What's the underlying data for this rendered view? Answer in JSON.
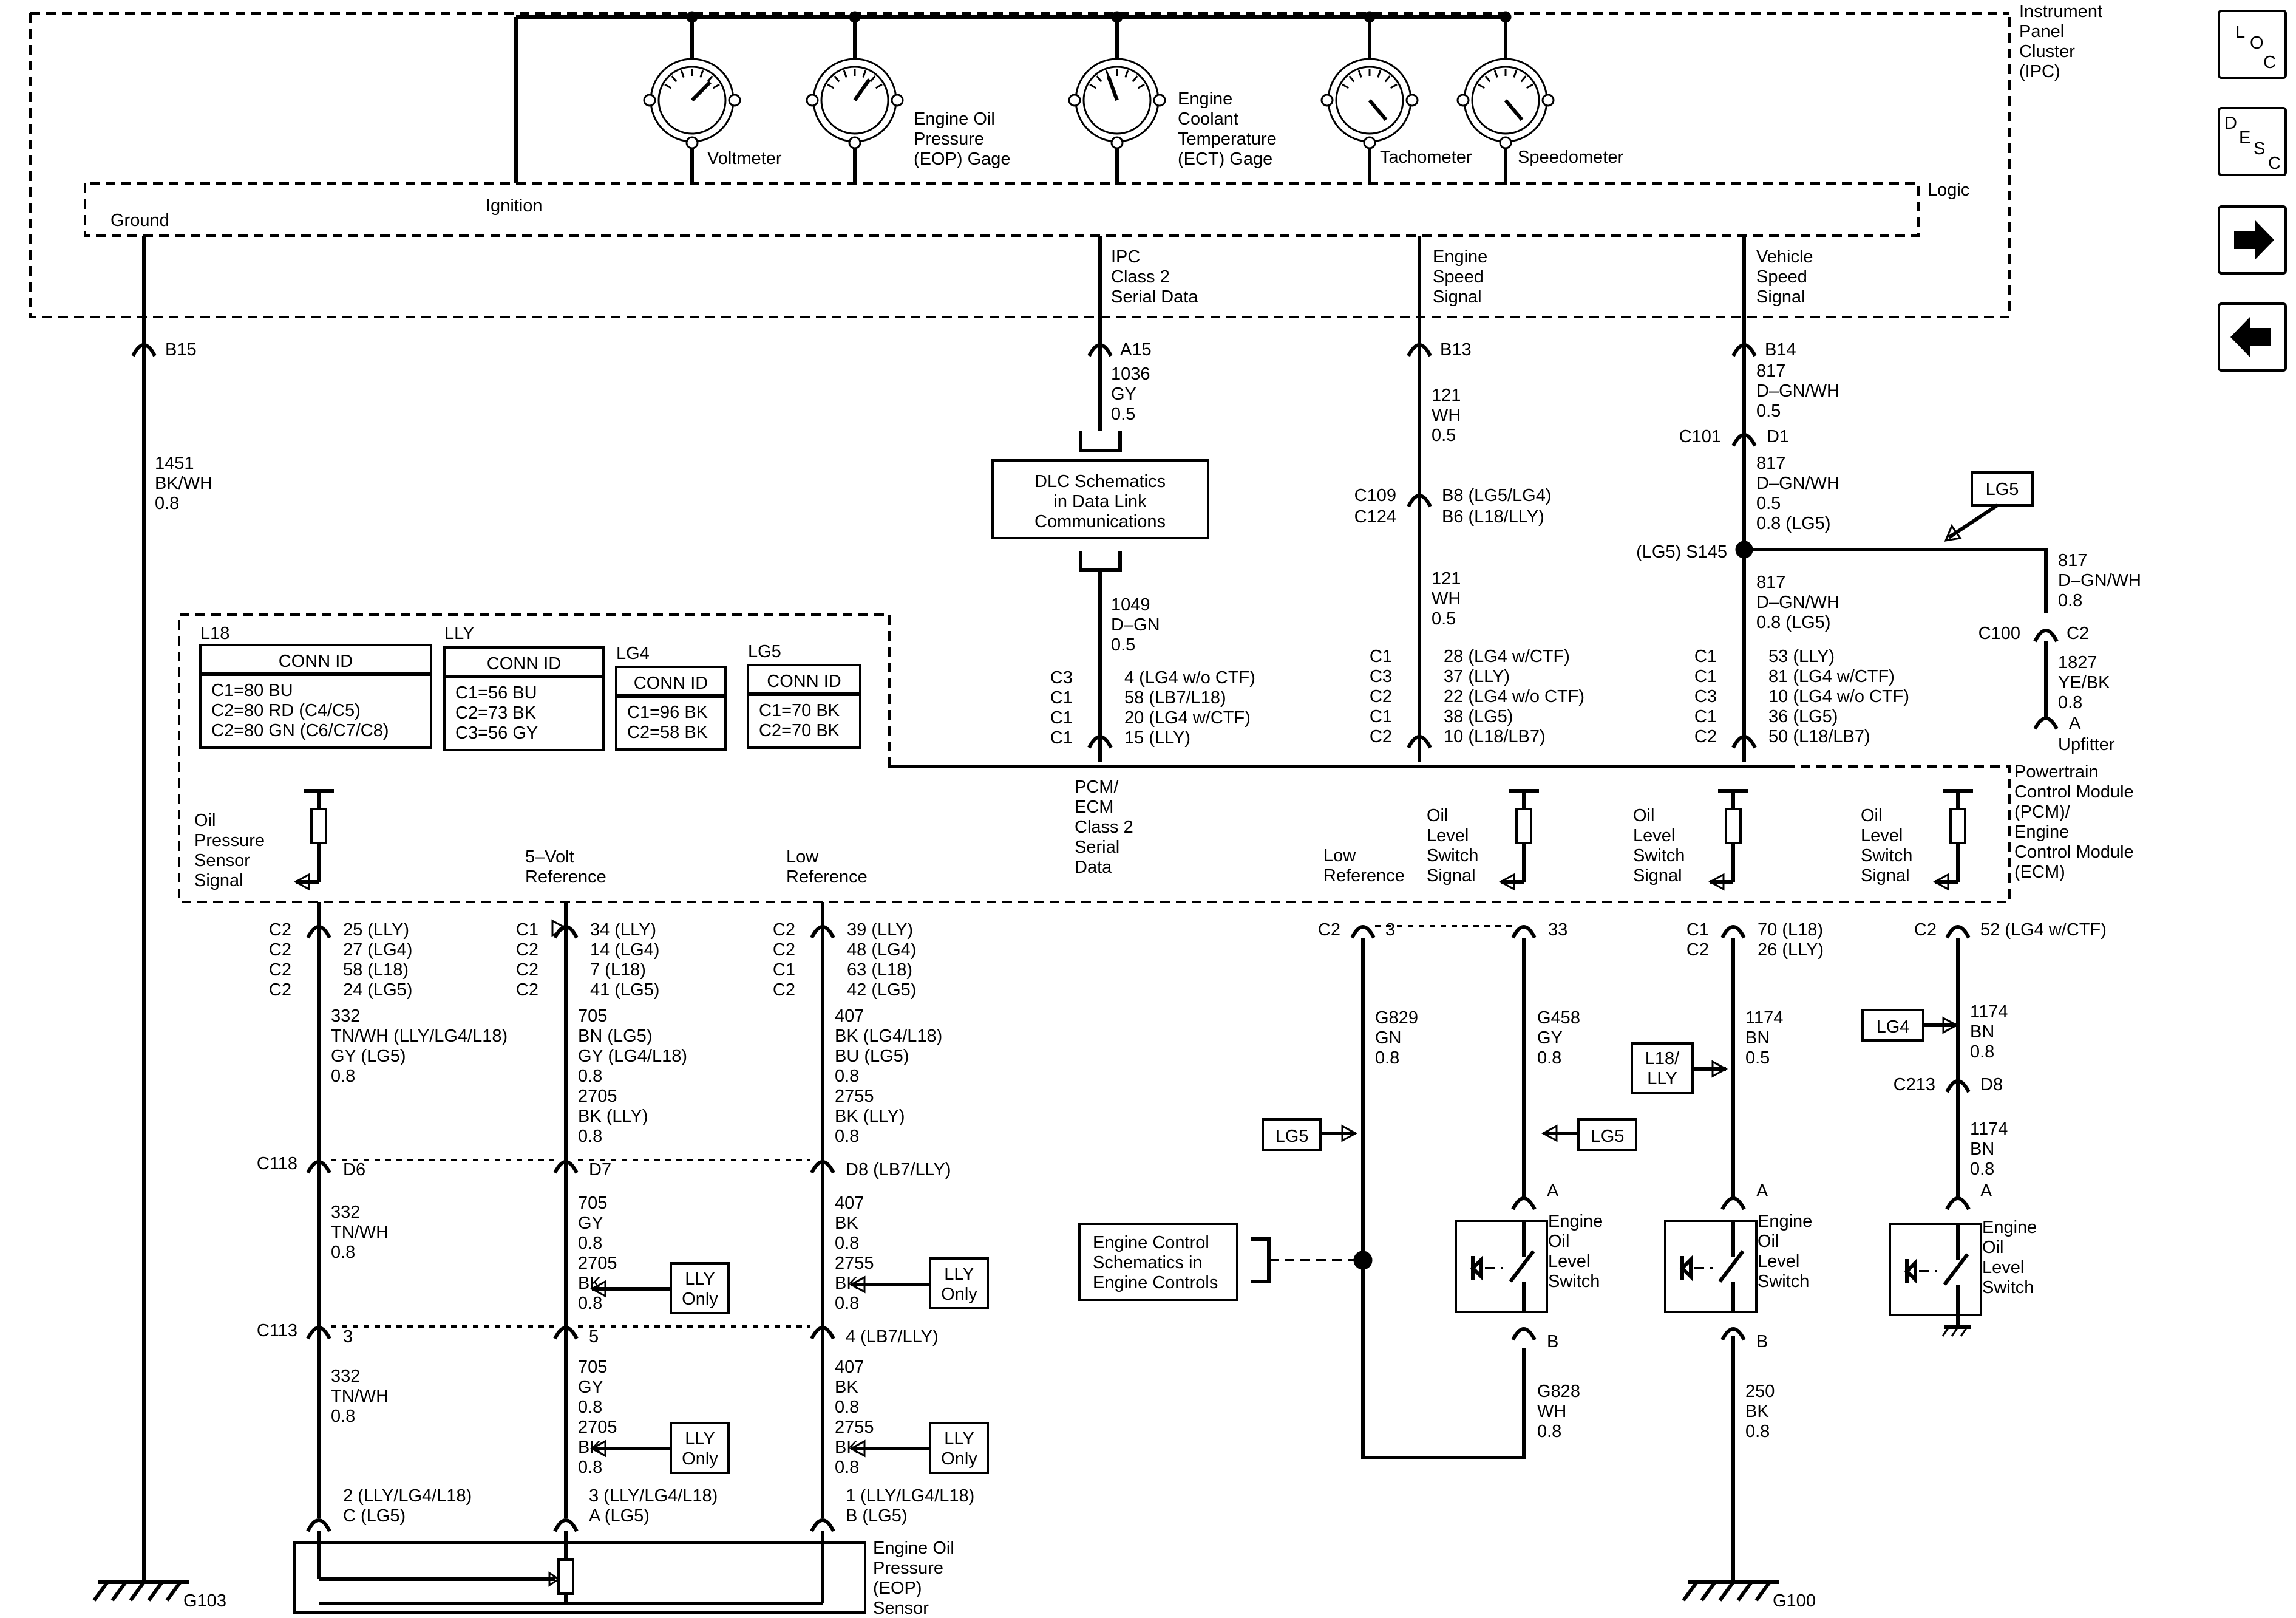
{
  "nav": {
    "loc": {
      "l1": "L",
      "l2": "O",
      "l3": "C"
    },
    "desc": {
      "l1": "D",
      "l2": "E",
      "l3": "S",
      "l4": "C"
    },
    "next_icon": "right-arrow-icon",
    "prev_icon": "left-arrow-icon"
  },
  "ipc": {
    "title": [
      "Instrument",
      "Panel",
      "Cluster",
      "(IPC)"
    ],
    "logic": "Logic",
    "ground": "Ground",
    "ignition": "Ignition",
    "gauges": {
      "voltmeter": [
        "Voltmeter"
      ],
      "eop": [
        "Engine Oil",
        "Pressure",
        "(EOP) Gage"
      ],
      "ect": [
        "Engine",
        "Coolant",
        "Temperature",
        "(ECT) Gage"
      ],
      "tach": [
        "Tachometer"
      ],
      "speedo": [
        "Speedometer"
      ]
    },
    "signals": {
      "class2": [
        "IPC",
        "Class 2",
        "Serial Data"
      ],
      "eng_speed": [
        "Engine",
        "Speed",
        "Signal"
      ],
      "veh_speed": [
        "Vehicle",
        "Speed",
        "Signal"
      ]
    }
  },
  "pins": {
    "b15": "B15",
    "a15": "A15",
    "b13": "B13",
    "b14": "B14",
    "d1": "D1",
    "c101": "C101",
    "c109": "C109",
    "c124": "C124",
    "c109_pin": "B8 (LG5/LG4)",
    "c124_pin": "B6 (L18/LLY)",
    "s145": "(LG5) S145",
    "c100": "C100",
    "c2": "C2",
    "upfitter_pin": "A",
    "upfitter": "Upfitter"
  },
  "wires": {
    "w1451": [
      "1451",
      "BK/WH",
      "0.8"
    ],
    "w1036": [
      "1036",
      "GY",
      "0.5"
    ],
    "w1049": [
      "1049",
      "D–GN",
      "0.5"
    ],
    "w121a": [
      "121",
      "WH",
      "0.5"
    ],
    "w121b": [
      "121",
      "WH",
      "0.5"
    ],
    "w817a": [
      "817",
      "D–GN/WH",
      "0.5"
    ],
    "w817b": [
      "817",
      "D–GN/WH",
      "0.5",
      "0.8 (LG5)"
    ],
    "w817c": [
      "817",
      "D–GN/WH",
      "0.8 (LG5)"
    ],
    "w817d": [
      "817",
      "D–GN/WH",
      "0.8"
    ],
    "w1827": [
      "1827",
      "YE/BK",
      "0.8"
    ]
  },
  "dlc": [
    "DLC Schematics",
    "in Data Link",
    "Communications"
  ],
  "lg5_tag": "LG5",
  "conn_tables": [
    {
      "label": "L18",
      "header": "CONN ID",
      "rows": [
        "C1=80 BU",
        "C2=80 RD (C4/C5)",
        "C2=80 GN (C6/C7/C8)"
      ]
    },
    {
      "label": "LLY",
      "header": "CONN ID",
      "rows": [
        "C1=56 BU",
        "C2=73 BK",
        "C3=56 GY"
      ]
    },
    {
      "label": "LG4",
      "header": "CONN ID",
      "rows": [
        "C1=96 BK",
        "C2=58 BK"
      ]
    },
    {
      "label": "LG5",
      "header": "CONN ID",
      "rows": [
        "C1=70 BK",
        "C2=70 BK"
      ]
    }
  ],
  "pcm_pins": {
    "class2": {
      "c": [
        "C3",
        "C1",
        "C1",
        "C1"
      ],
      "p": [
        "4 (LG4 w/o CTF)",
        "58 (LB7/L18)",
        "20 (LG4 w/CTF)",
        "15 (LLY)"
      ]
    },
    "speed": {
      "c": [
        "C1",
        "C3",
        "C2",
        "C1",
        "C2"
      ],
      "p": [
        "28 (LG4 w/CTF)",
        "37 (LLY)",
        "22 (LG4 w/o CTF)",
        "38 (LG5)",
        "10 (L18/LB7)"
      ]
    },
    "vss": {
      "c": [
        "C1",
        "C1",
        "C3",
        "C1",
        "C2"
      ],
      "p": [
        "53 (LLY)",
        "81 (LG4 w/CTF)",
        "10 (LG4 w/o CTF)",
        "36 (LG5)",
        "50 (L18/LB7)"
      ]
    }
  },
  "pcm": {
    "title": [
      "Powertrain",
      "Control Module",
      "(PCM)/",
      "Engine",
      "Control Module",
      "(ECM)"
    ],
    "class2_label": [
      "PCM/",
      "ECM",
      "Class 2",
      "Serial",
      "Data"
    ],
    "oil_press_sig": [
      "Oil",
      "Pressure",
      "Sensor",
      "Signal"
    ],
    "five_v_ref": [
      "5–Volt",
      "Reference"
    ],
    "low_ref_a": [
      "Low",
      "Reference"
    ],
    "low_ref_b": [
      "Low",
      "Reference"
    ],
    "oil_lvl_1": [
      "Oil",
      "Level",
      "Switch",
      "Signal"
    ],
    "oil_lvl_2": [
      "Oil",
      "Level",
      "Switch",
      "Signal"
    ],
    "oil_lvl_3": [
      "Oil",
      "Level",
      "Switch",
      "Signal"
    ]
  },
  "lower": {
    "col1_pins": {
      "c": [
        "C2",
        "C2",
        "C2",
        "C2"
      ],
      "p": [
        "25 (LLY)",
        "27 (LG4)",
        "58 (L18)",
        "24 (LG5)"
      ]
    },
    "col2_pins": {
      "c": [
        "C1",
        "C2",
        "C2",
        "C2"
      ],
      "p": [
        "34 (LLY)",
        "14 (LG4)",
        "7 (L18)",
        "41 (LG5)"
      ]
    },
    "col3_pins": {
      "c": [
        "C2",
        "C2",
        "C1",
        "C2"
      ],
      "p": [
        "39 (LLY)",
        "48 (LG4)",
        "63 (L18)",
        "42 (LG5)"
      ]
    },
    "col1_wire": [
      "332",
      "TN/WH (LLY/LG4/L18)",
      "GY (LG5)",
      "0.8"
    ],
    "col2_wire": [
      "705",
      "BN (LG5)",
      "GY (LG4/L18)",
      "0.8",
      "2705",
      "BK (LLY)",
      "0.8"
    ],
    "col3_wire": [
      "407",
      "BK (LG4/L18)",
      "BU (LG5)",
      "0.8",
      "2755",
      "BK (LLY)",
      "0.8"
    ],
    "c118": "C118",
    "c118_d6": "D6",
    "c118_d7": "D7",
    "c118_d8": "D8 (LB7/LLY)",
    "w332b": [
      "332",
      "TN/WH",
      "0.8"
    ],
    "w705b": [
      "705",
      "GY",
      "0.8",
      "2705",
      "BK",
      "0.8"
    ],
    "w407b": [
      "407",
      "BK",
      "0.8",
      "2755",
      "BK",
      "0.8"
    ],
    "c113": "C113",
    "c113_3": "3",
    "c113_5": "5",
    "c113_4": "4 (LB7/LLY)",
    "w332c": [
      "332",
      "TN/WH",
      "0.8"
    ],
    "w705c": [
      "705",
      "GY",
      "0.8",
      "2705",
      "BK",
      "0.8"
    ],
    "w407c": [
      "407",
      "BK",
      "0.8",
      "2755",
      "BK",
      "0.8"
    ],
    "lly_only": [
      "LLY",
      "Only"
    ],
    "sensor_pin1": [
      "2 (LLY/LG4/L18)",
      "C (LG5)"
    ],
    "sensor_pin2": [
      "3 (LLY/LG4/L18)",
      "A (LG5)"
    ],
    "sensor_pin3": [
      "1 (LLY/LG4/L18)",
      "B (LG5)"
    ],
    "sensor": [
      "Engine Oil",
      "Pressure",
      "(EOP)",
      "Sensor"
    ],
    "g103": "G103",
    "g100": "G100"
  },
  "right": {
    "c2_3": "C2",
    "pin3": "3",
    "pin33": "33",
    "g829": [
      "G829",
      "GN",
      "0.8"
    ],
    "g458": [
      "G458",
      "GY",
      "0.8"
    ],
    "g828": [
      "G828",
      "WH",
      "0.8"
    ],
    "lg5": "LG5",
    "ecs": [
      "Engine Control",
      "Schematics in",
      "Engine Controls"
    ],
    "pin_a": "A",
    "pin_b": "B",
    "switch": [
      "Engine",
      "Oil",
      "Level",
      "Switch"
    ],
    "c1c2": [
      "C1",
      "C2"
    ],
    "p70": [
      "70 (L18)",
      "26 (LLY)"
    ],
    "w1174a": [
      "1174",
      "BN",
      "0.5"
    ],
    "l18lly": [
      "L18/",
      "LLY"
    ],
    "w250": [
      "250",
      "BK",
      "0.8"
    ],
    "c2_52": "C2",
    "p52": "52 (LG4 w/CTF)",
    "lg4": "LG4",
    "w1174b": [
      "1174",
      "BN",
      "0.8"
    ],
    "c213": "C213",
    "d8": "D8",
    "w1174c": [
      "1174",
      "BN",
      "0.8"
    ]
  }
}
